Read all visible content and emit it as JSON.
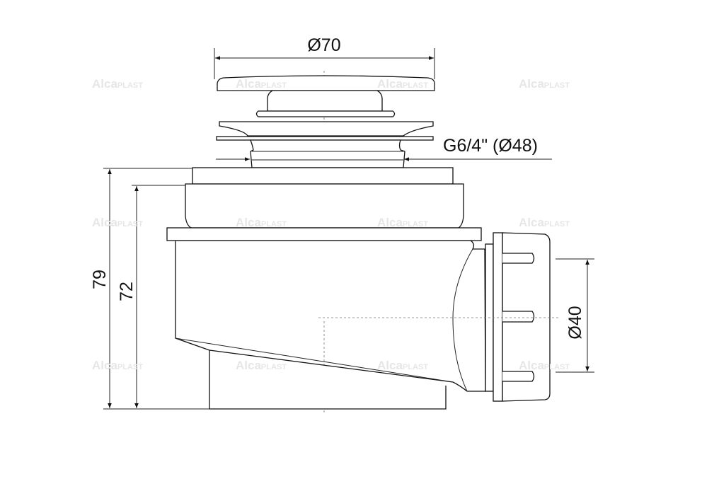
{
  "watermark": {
    "brand": "Alca",
    "brand_suffix": "PLAST",
    "color": "#eeeeee"
  },
  "dimensions": {
    "top_diameter": "Ø70",
    "thread": "G6/4\" (Ø48)",
    "total_height": "79",
    "body_height": "72",
    "outlet_diameter": "Ø40"
  }
}
